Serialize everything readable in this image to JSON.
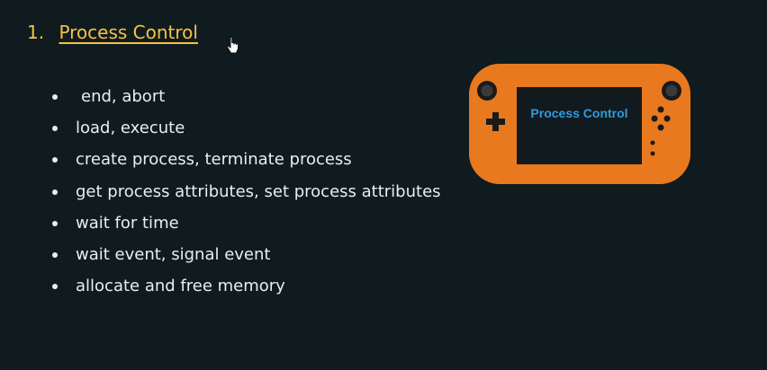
{
  "heading": {
    "number": "1.",
    "title": "Process Control"
  },
  "bullets": [
    "end, abort",
    "load, execute",
    "create process, terminate process",
    "get process attributes, set process attributes",
    "wait for time",
    "wait event, signal event",
    "allocate and free memory"
  ],
  "console_graphic": {
    "screen_label": "Process Control",
    "body_color": "#e8791e",
    "screen_label_color": "#2f9bde"
  }
}
